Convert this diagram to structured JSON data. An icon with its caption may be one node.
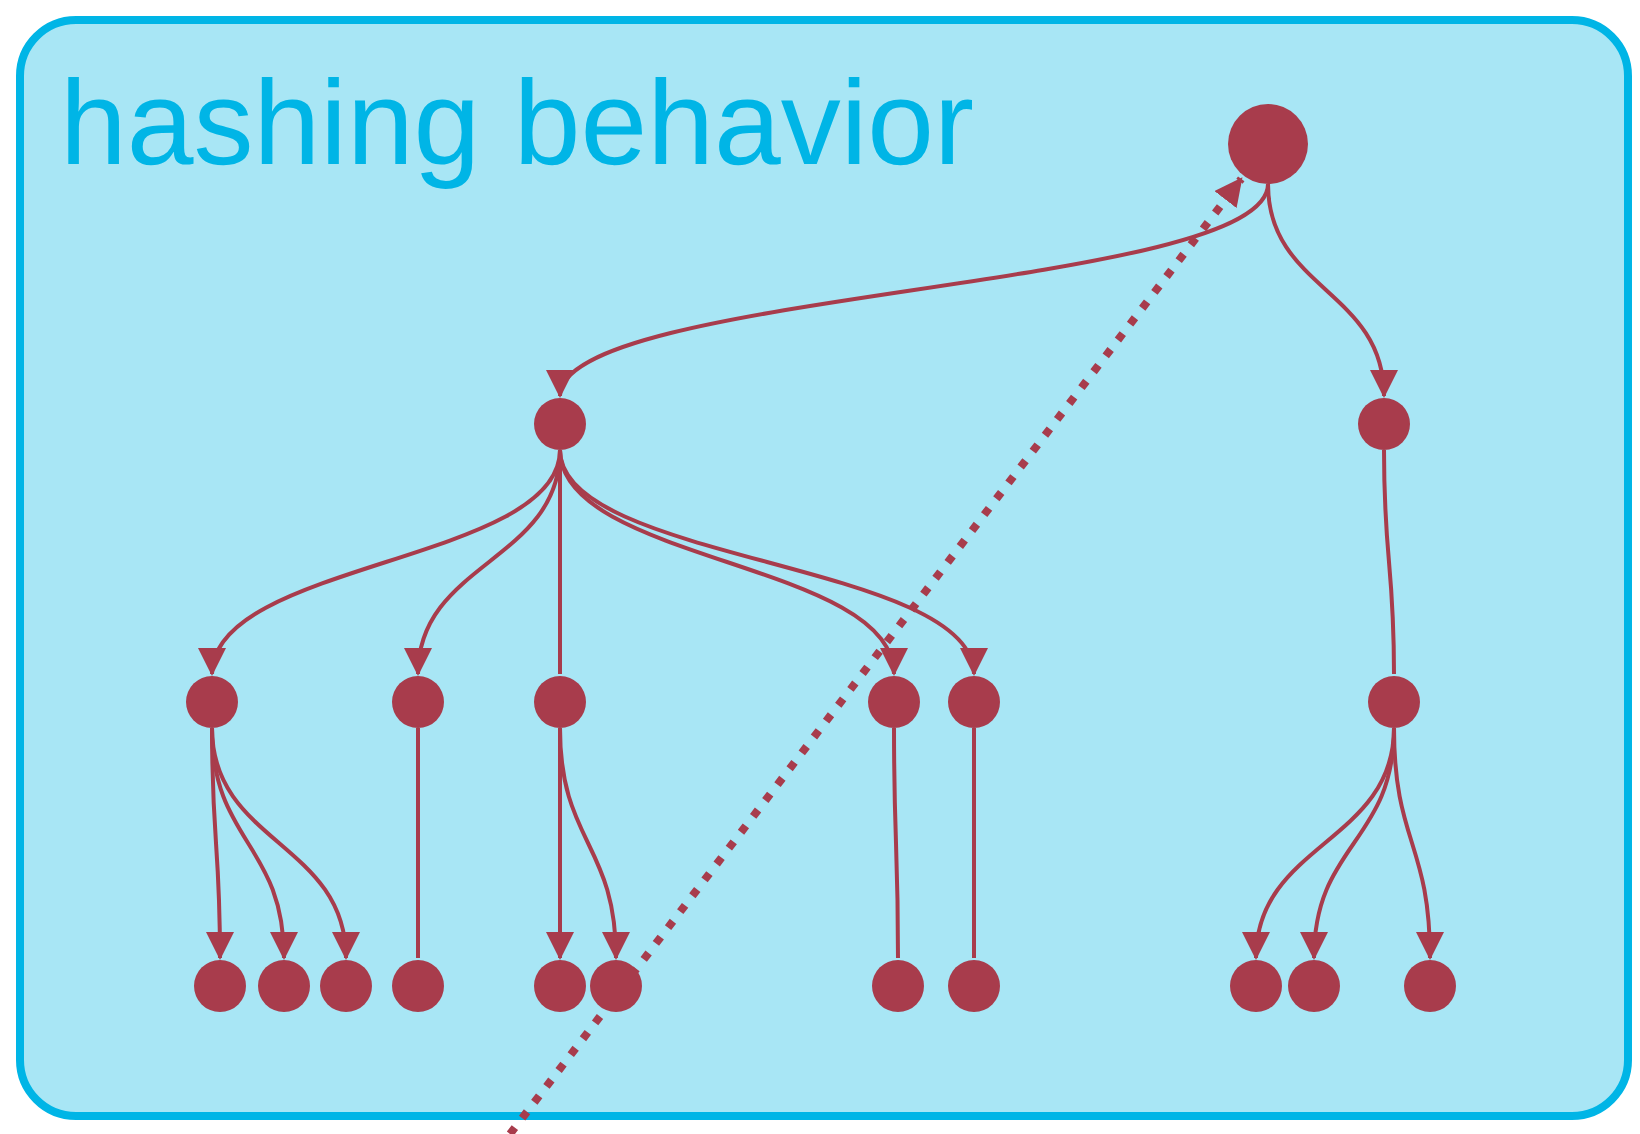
{
  "diagram": {
    "nodes": [
      {
        "text": [
          "hashing behavior"
        ]
      },
      {
        "text": [],
        "shape": "circle",
        "in": 0
      },
      {
        "text": [],
        "shape": "circle",
        "in": 0
      },
      {
        "text": [],
        "shape": "circle",
        "in": 0
      },
      {
        "text": [],
        "shape": "circle",
        "in": 0
      },
      {
        "text": [],
        "shape": "circle",
        "in": 0
      },
      {
        "text": [],
        "shape": "circle",
        "in": 0
      },
      {
        "text": [],
        "shape": "circle",
        "in": 0
      },
      {
        "text": [],
        "shape": "circle",
        "in": 0
      },
      {
        "text": [],
        "shape": "circle",
        "in": 0
      },
      {
        "text": [],
        "shape": "circle",
        "in": 0
      },
      {
        "text": [],
        "shape": "circle",
        "in": 0
      },
      {
        "text": [],
        "shape": "circle",
        "in": 0
      },
      {
        "text": [],
        "shape": "circle",
        "in": 0
      },
      {
        "text": [],
        "shape": "circle",
        "in": 0
      },
      {
        "text": [],
        "shape": "circle",
        "in": 0
      },
      {
        "text": [],
        "shape": "circle",
        "in": 0
      },
      {
        "text": [],
        "shape": "circle",
        "in": 0
      },
      {
        "text": [],
        "shape": "circle",
        "in": 0
      },
      {
        "text": [],
        "shape": "circle",
        "in": 0
      },
      {
        "text": [],
        "shape": "circle",
        "in": 0
      }
    ],
    "edges": [
      {
        "from": 1,
        "to": 2,
        "arrow": "to"
      },
      {
        "from": 1,
        "to": 3,
        "arrow": "to"
      },
      {
        "from": 2,
        "to": 4,
        "arrow": "to"
      },
      {
        "from": 2,
        "to": 5,
        "arrow": "to"
      },
      {
        "from": 2,
        "to": 6,
        "arrow": "none"
      },
      {
        "from": 2,
        "to": 7,
        "arrow": "to"
      },
      {
        "from": 2,
        "to": 8,
        "arrow": "to"
      },
      {
        "from": 3,
        "to": 9,
        "arrow": "none"
      },
      {
        "from": 4,
        "to": 10,
        "arrow": "to"
      },
      {
        "from": 4,
        "to": 11,
        "arrow": "to"
      },
      {
        "from": 4,
        "to": 12,
        "arrow": "to"
      },
      {
        "from": 5,
        "to": 13,
        "arrow": "none"
      },
      {
        "from": 6,
        "to": 14,
        "arrow": "to"
      },
      {
        "from": 6,
        "to": 15,
        "arrow": "to"
      },
      {
        "from": 7,
        "to": 16,
        "arrow": "none"
      },
      {
        "from": 8,
        "to": 17,
        "arrow": "none"
      },
      {
        "from": 9,
        "to": 18,
        "arrow": "to"
      },
      {
        "from": 9,
        "to": 19,
        "arrow": "to"
      },
      {
        "from": 9,
        "to": 20,
        "arrow": "to"
      },
      {
        "from": null,
        "to": 1,
        "arrow": "to",
        "style": "dashed"
      }
    ]
  }
}
